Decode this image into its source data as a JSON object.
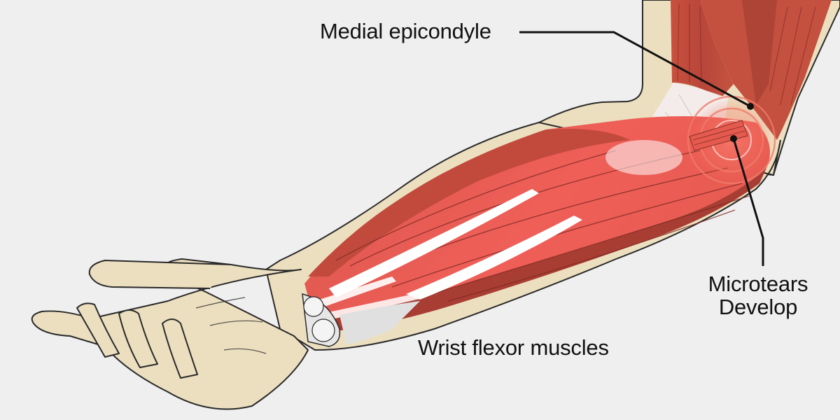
{
  "figure": {
    "subject": "Forearm anatomy showing medial epicondylitis (golfer's elbow)",
    "background_color": "#efefef",
    "colors": {
      "skin": "#ecdfc0",
      "skin_shadow": "#d9c9a4",
      "muscle_light": "#ef5d57",
      "muscle_mid": "#d2574a",
      "muscle_dark": "#9a3a30",
      "tendon": "#ffffff",
      "bone": "#e6e6e6",
      "outline": "#2a2a2a",
      "injury_ring": "#f07a6a"
    }
  },
  "labels": {
    "medial_epicondyle": "Medial epicondyle",
    "microtears_line1": "Microtears",
    "microtears_line2": "Develop",
    "wrist_flexor": "Wrist flexor muscles"
  },
  "callouts": [
    {
      "label": "Medial epicondyle",
      "anchor_dot": [
        1072,
        152
      ]
    },
    {
      "label": "Microtears Develop",
      "anchor_dot": [
        1048,
        198
      ]
    }
  ]
}
